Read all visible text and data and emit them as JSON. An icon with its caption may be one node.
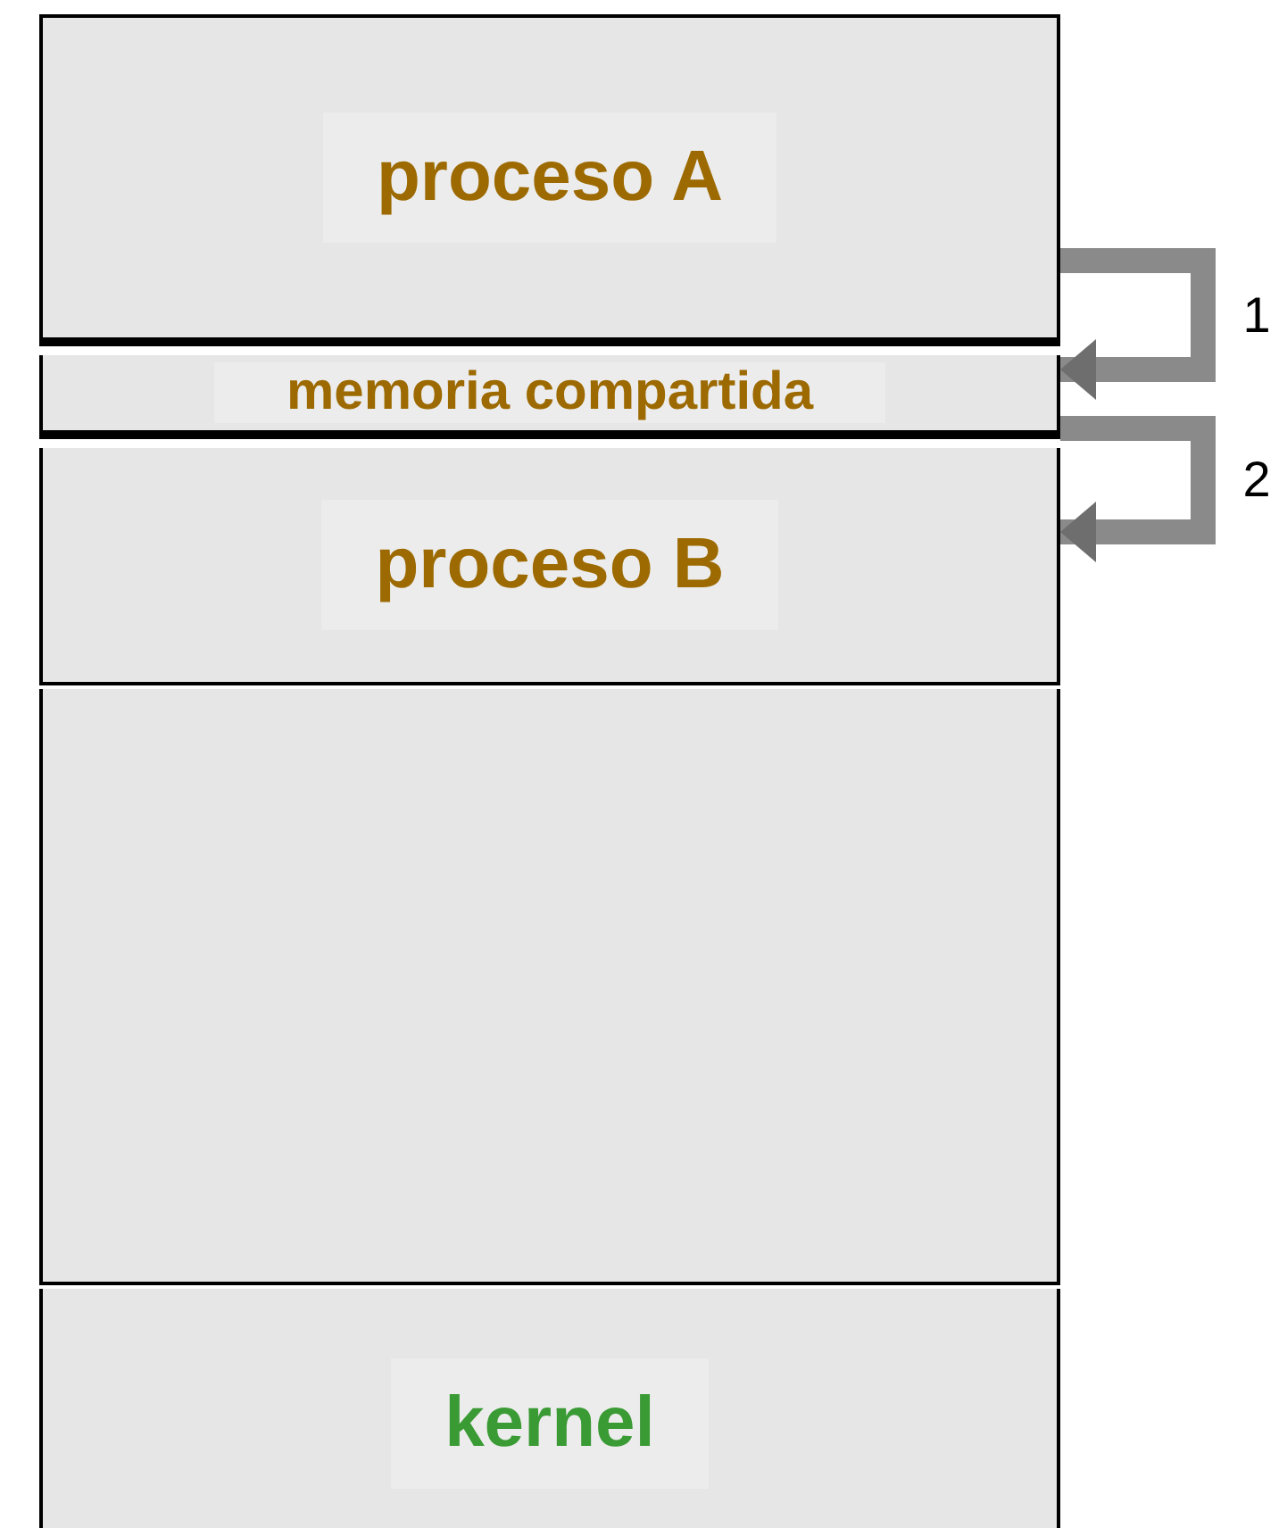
{
  "diagram": {
    "nodes": [
      {
        "text": [
          "proceso A"
        ]
      },
      {
        "text": [
          "memoria compartida"
        ]
      },
      {
        "text": [
          "proceso B"
        ]
      },
      {
        "text": [],
        "shape": "box"
      },
      {
        "text": [
          "kernel"
        ]
      }
    ],
    "edges": [
      {
        "from": 0,
        "to": 1,
        "arrow": "to",
        "label": "1"
      },
      {
        "from": 1,
        "to": 2,
        "arrow": "to",
        "label": "2"
      }
    ]
  }
}
